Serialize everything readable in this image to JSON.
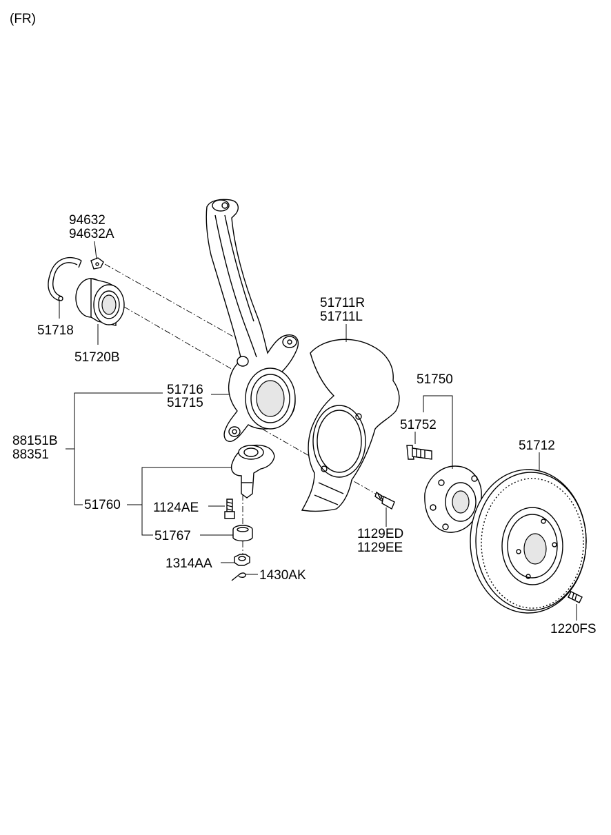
{
  "header": {
    "position_code": "(FR)"
  },
  "parts": {
    "clip_primary": "94632",
    "clip_alt": "94632A",
    "snap_ring": "51718",
    "bearing": "51720B",
    "knuckle_upper": "51716",
    "knuckle_lower": "51715",
    "assembly_primary": "88151B",
    "assembly_alt": "88351",
    "lower_arm_ball_joint": "51760",
    "bolt_ball_joint": "1124AE",
    "dust_cover": "51767",
    "castle_nut": "1314AA",
    "cotter_pin": "1430AK",
    "dust_shield_right": "51711R",
    "dust_shield_left": "51711L",
    "shield_bolt_primary": "1129ED",
    "shield_bolt_alt": "1129EE",
    "hub_assembly": "51750",
    "hub_bolt": "51752",
    "brake_disc": "51712",
    "disc_screw": "1220FS"
  }
}
